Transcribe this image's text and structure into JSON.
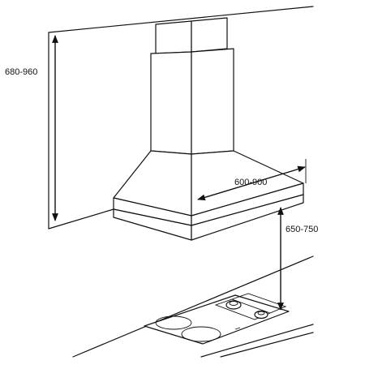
{
  "diagram": {
    "dimensions": {
      "mount_height": "680-960",
      "hood_width": "600-900",
      "hob_clearance": "650-750"
    },
    "stroke_color": "#111111",
    "background_color": "#ffffff"
  }
}
